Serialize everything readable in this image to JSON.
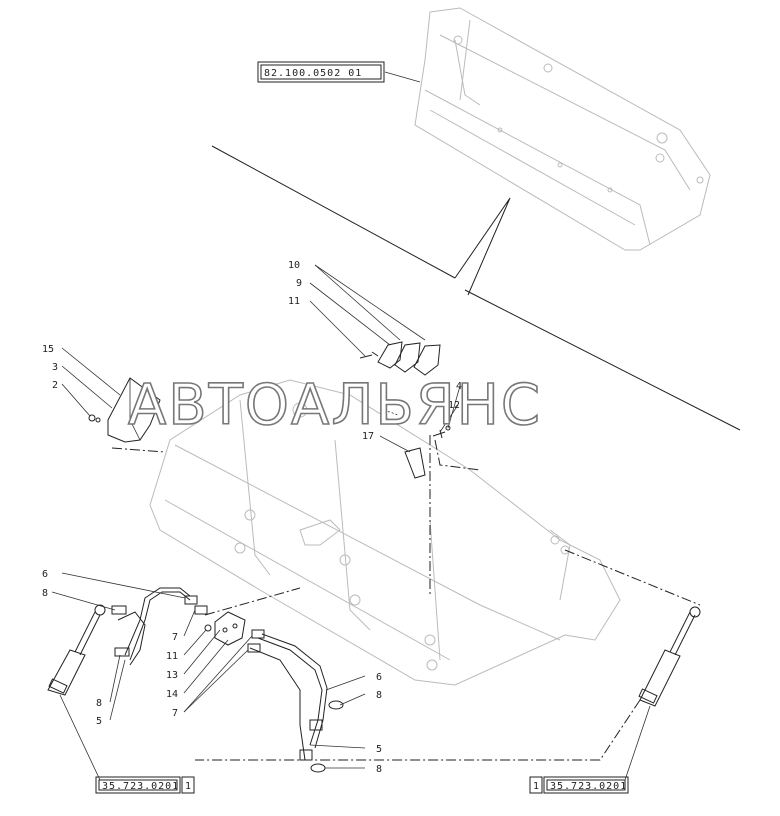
{
  "watermark": "АВТОАЛЬЯНС",
  "references": {
    "bucket": "82.100.0502 01",
    "cylinder_left": "35.723.0201",
    "cylinder_left_suffix": "1",
    "cylinder_right": "35.723.0201",
    "cylinder_right_prefix": "1"
  },
  "callouts": [
    {
      "id": "c-10",
      "label": "10"
    },
    {
      "id": "c-9",
      "label": "9"
    },
    {
      "id": "c-11-top",
      "label": "11"
    },
    {
      "id": "c-15",
      "label": "15"
    },
    {
      "id": "c-3",
      "label": "3"
    },
    {
      "id": "c-2",
      "label": "2"
    },
    {
      "id": "c-4",
      "label": "4"
    },
    {
      "id": "c-12",
      "label": "12"
    },
    {
      "id": "c-17",
      "label": "17"
    },
    {
      "id": "c-6-left",
      "label": "6"
    },
    {
      "id": "c-8-left",
      "label": "8"
    },
    {
      "id": "c-7-left",
      "label": "7"
    },
    {
      "id": "c-11-mid",
      "label": "11"
    },
    {
      "id": "c-13",
      "label": "13"
    },
    {
      "id": "c-14",
      "label": "14"
    },
    {
      "id": "c-7-right",
      "label": "7"
    },
    {
      "id": "c-8-mid",
      "label": "8"
    },
    {
      "id": "c-5-left",
      "label": "5"
    },
    {
      "id": "c-6-right",
      "label": "6"
    },
    {
      "id": "c-8-right",
      "label": "8"
    },
    {
      "id": "c-5-right",
      "label": "5"
    },
    {
      "id": "c-8-bottom",
      "label": "8"
    }
  ]
}
